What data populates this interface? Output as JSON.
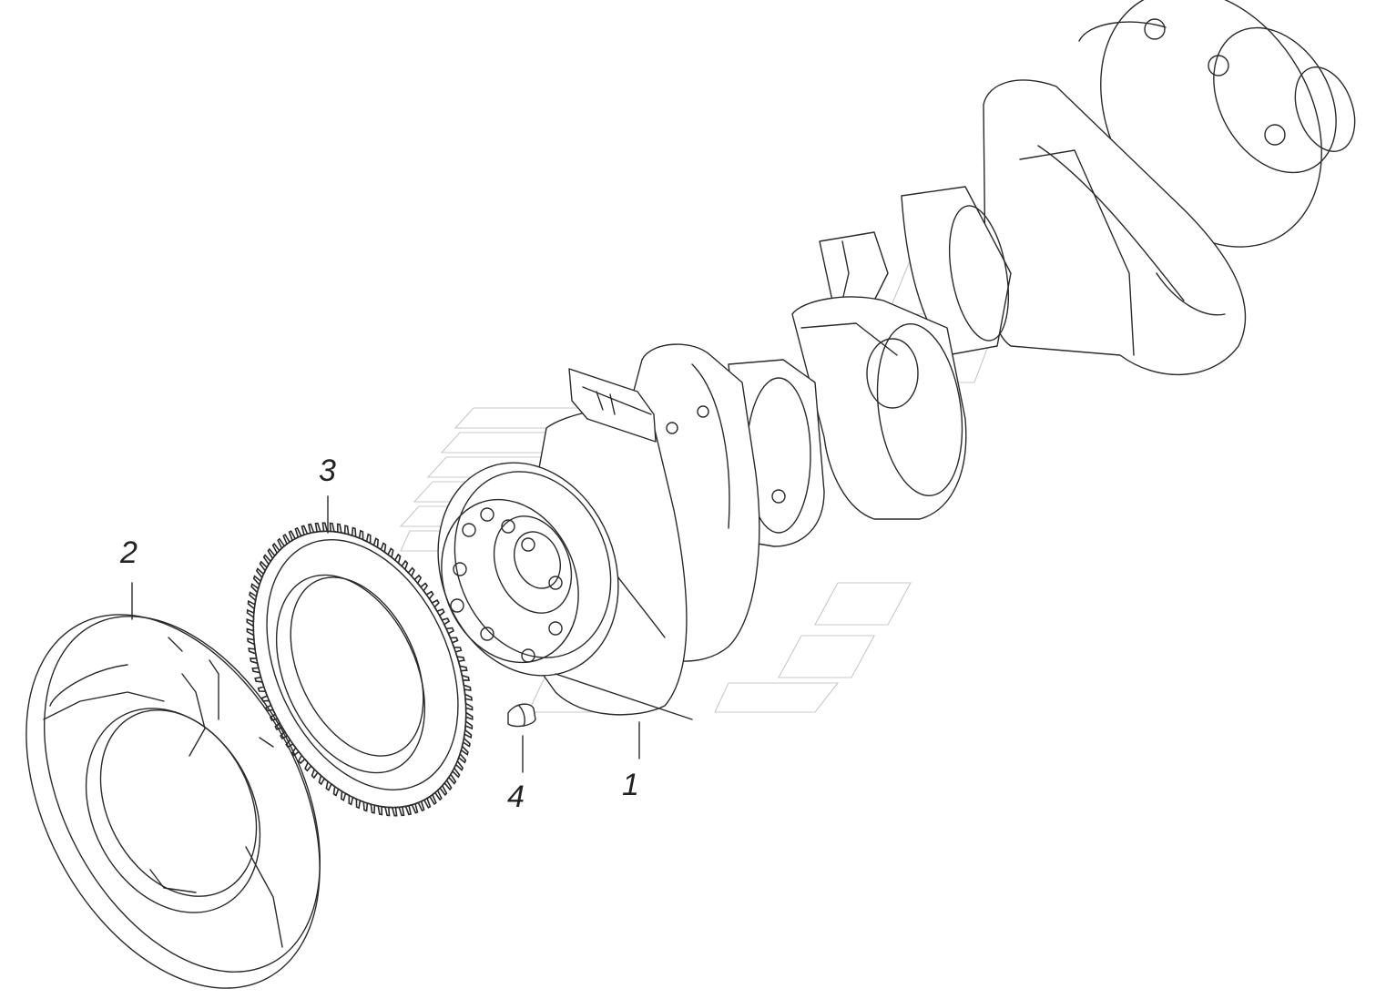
{
  "colors": {
    "line": "#2a2a2a",
    "background": "#ffffff",
    "watermark": "#c8c8c8"
  },
  "callouts": [
    {
      "id": "1",
      "label": "1",
      "part": "crankshaft"
    },
    {
      "id": "2",
      "label": "2",
      "part": "counterweight"
    },
    {
      "id": "3",
      "label": "3",
      "part": "gear"
    },
    {
      "id": "4",
      "label": "4",
      "part": "key"
    }
  ],
  "gear": {
    "teeth": 92
  }
}
